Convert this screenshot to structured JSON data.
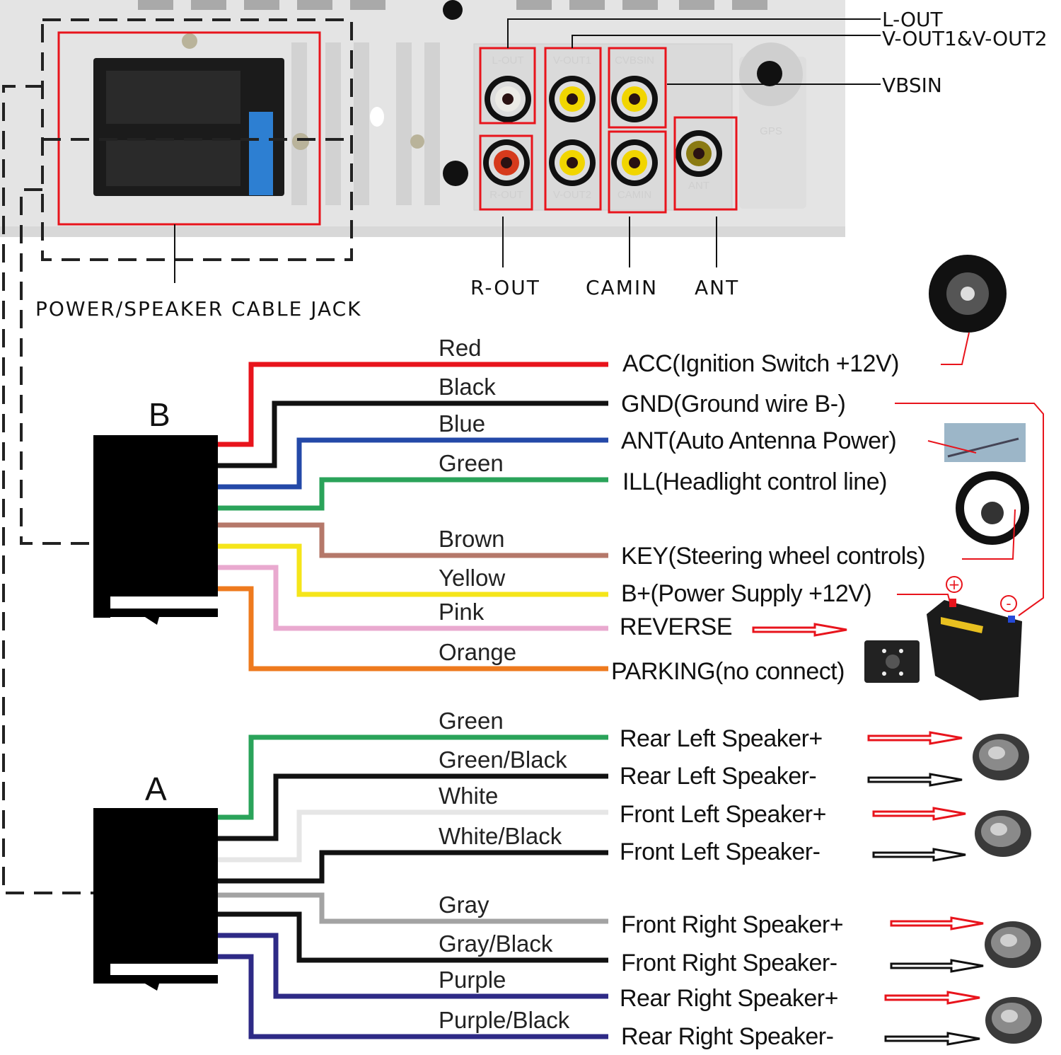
{
  "device": {
    "labels": {
      "l_out": "L-OUT",
      "v_out": "V-OUT1&V-OUT2",
      "vbsin": "VBSIN",
      "r_out": "R-OUT",
      "camin": "CAMIN",
      "ant": "ANT",
      "power_jack": "POWER/SPEAKER CABLE JACK"
    },
    "jack_print": [
      "L-OUT",
      "V-OUT1",
      "CVBSIN",
      "R-OUT",
      "V-OUT2",
      "CAMIN",
      "ANT",
      "GPS"
    ]
  },
  "connector_b": {
    "label": "B",
    "wires": [
      {
        "name": "Red",
        "color": "#e8141c",
        "function": "ACC(Ignition Switch +12V)"
      },
      {
        "name": "Black",
        "color": "#111111",
        "function": "GND(Ground wire B-)"
      },
      {
        "name": "Blue",
        "color": "#2449a8",
        "function": "ANT(Auto Antenna Power)"
      },
      {
        "name": "Green",
        "color": "#2aa35a",
        "function": "ILL(Headlight control line)"
      },
      {
        "name": "Brown",
        "color": "#b5786a",
        "function": "KEY(Steering wheel controls)"
      },
      {
        "name": "Yellow",
        "color": "#f5e51a",
        "function": "B+(Power Supply +12V)"
      },
      {
        "name": "Pink",
        "color": "#e9a9cf",
        "function": "REVERSE"
      },
      {
        "name": "Orange",
        "color": "#ee7a1e",
        "function": "PARKING(no connect)"
      }
    ]
  },
  "connector_a": {
    "label": "A",
    "wires": [
      {
        "name": "Green",
        "color": "#2aa35a",
        "function": "Rear Left Speaker+"
      },
      {
        "name": "Green/Black",
        "color": "#111111",
        "function": "Rear Left Speaker-"
      },
      {
        "name": "White",
        "color": "#e6e6e6",
        "function": "Front Left Speaker+"
      },
      {
        "name": "White/Black",
        "color": "#111111",
        "function": "Front Left Speaker-"
      },
      {
        "name": "Gray",
        "color": "#a3a3a3",
        "function": "Front Right Speaker+"
      },
      {
        "name": "Gray/Black",
        "color": "#111111",
        "function": "Front Right Speaker-"
      },
      {
        "name": "Purple",
        "color": "#2e2a86",
        "function": "Rear Right Speaker+"
      },
      {
        "name": "Purple/Black",
        "color": "#2e2a86",
        "function": "Rear Right Speaker-"
      }
    ]
  },
  "battery": {
    "plus": "+",
    "minus": "-"
  },
  "colors": {
    "highlight_box": "#e8141c",
    "positive_arrow": "#e8141c",
    "negative_arrow": "#111111",
    "panel": "#e3e3e3"
  }
}
